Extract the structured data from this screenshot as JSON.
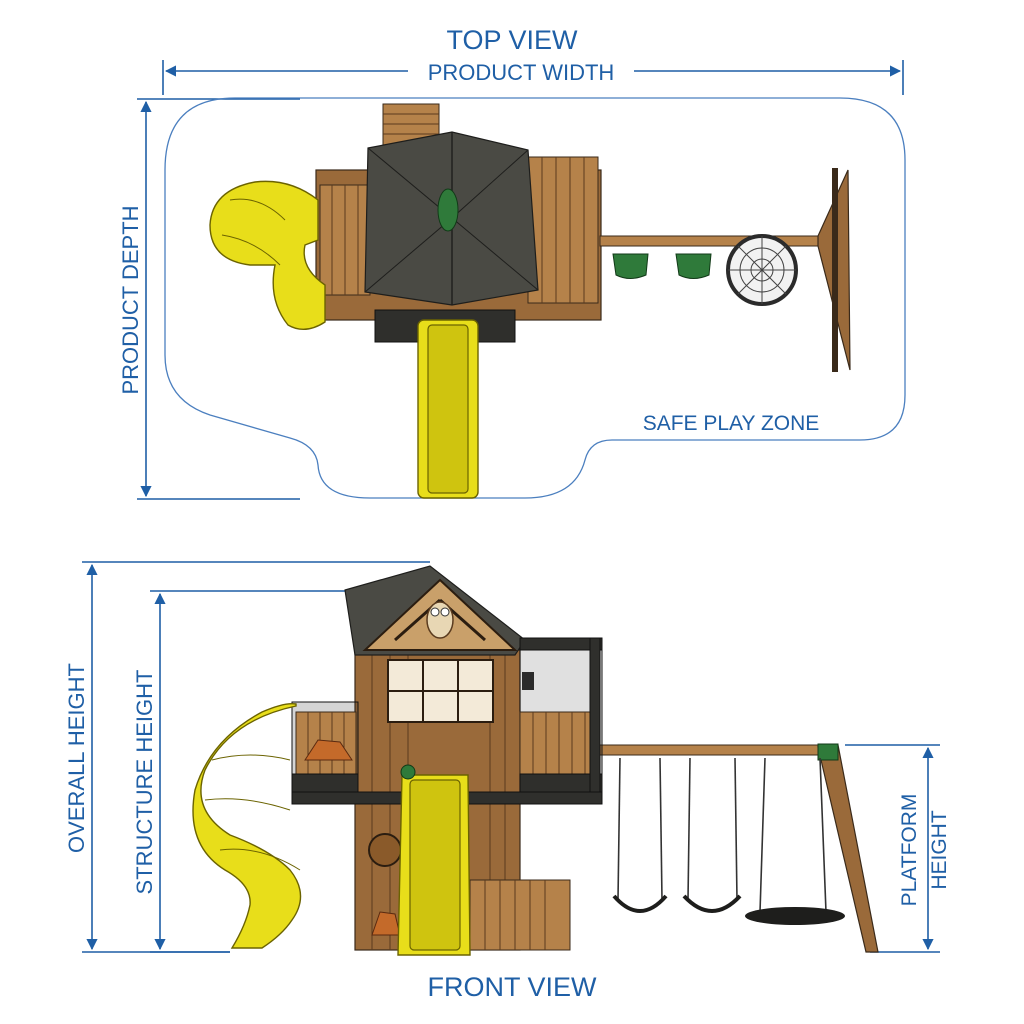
{
  "labels": {
    "top_view": "TOP VIEW",
    "product_width": "PRODUCT WIDTH",
    "product_depth": "PRODUCT DEPTH",
    "safe_play_zone": "SAFE PLAY ZONE",
    "overall_height": "OVERALL HEIGHT",
    "structure_height": "STRUCTURE HEIGHT",
    "platform_height_line1": "PLATFORM",
    "platform_height_line2": "HEIGHT",
    "front_view": "FRONT VIEW"
  },
  "colors": {
    "dimension_blue": "#1f5fa6",
    "slide_yellow": "#e8de1a",
    "wood_brown": "#9a6a3a",
    "roof_gray": "#4a4a44",
    "accent_green": "#2f7a3a"
  }
}
